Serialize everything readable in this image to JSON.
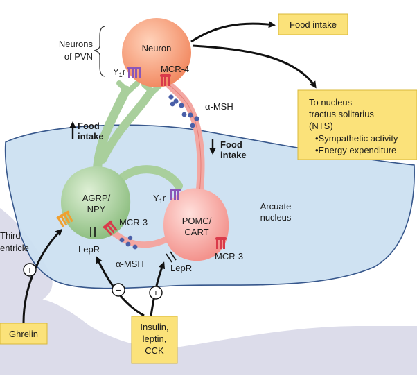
{
  "labels": {
    "neurons_line1": "Neurons",
    "neurons_line2": "of PVN",
    "neuron": "Neuron",
    "y1r_top": "Y",
    "y1r_sub": "1",
    "y1r_r": "r",
    "mcr4": "MCR-4",
    "alpha_msh_top": "α-MSH",
    "food_intake_up_1": "Food",
    "food_intake_up_2": "intake",
    "food_intake_down_1": "Food",
    "food_intake_down_2": "intake",
    "agrp_1": "AGRP/",
    "agrp_2": "NPY",
    "y1r_bottom": "Y",
    "y1r_bottom_sub": "1",
    "y1r_bottom_r": "r",
    "mcr3_left": "MCR-3",
    "pomc_1": "POMC/",
    "pomc_2": "CART",
    "mcr3_right": "MCR-3",
    "arcuate_1": "Arcuate",
    "arcuate_2": "nucleus",
    "third_1": "Third",
    "third_2": "entricle",
    "lepr_left": "LepR",
    "lepr_right": "LepR",
    "alpha_msh_bottom": "α-MSH",
    "plus_ghrelin": "+",
    "minus": "−",
    "plus_insulin": "+"
  },
  "boxes": {
    "food_intake": "Food intake",
    "nts_lines": [
      "To nucleus",
      "tractus solitarius",
      "(NTS)",
      "•Sympathetic activity",
      "•Energy expenditure"
    ],
    "ghrelin": "Ghrelin",
    "insulin_lines": [
      "Insulin,",
      "leptin,",
      "CCK"
    ]
  },
  "colors": {
    "ventricle": "#dcdcea",
    "arcuate_region": "#cde1f2",
    "arcuate_stroke": "#2d4f86",
    "neuron_fill": "#f6a07a",
    "green_neuron": "#a9cf9c",
    "pink_axon": "#f3a7a2",
    "receptor_purple": "#8a56b8",
    "receptor_red": "#d93a4a",
    "receptor_orange": "#f0a030",
    "alpha_msh_dots": "#4a5fa8",
    "box_fill": "#fbe27a"
  }
}
